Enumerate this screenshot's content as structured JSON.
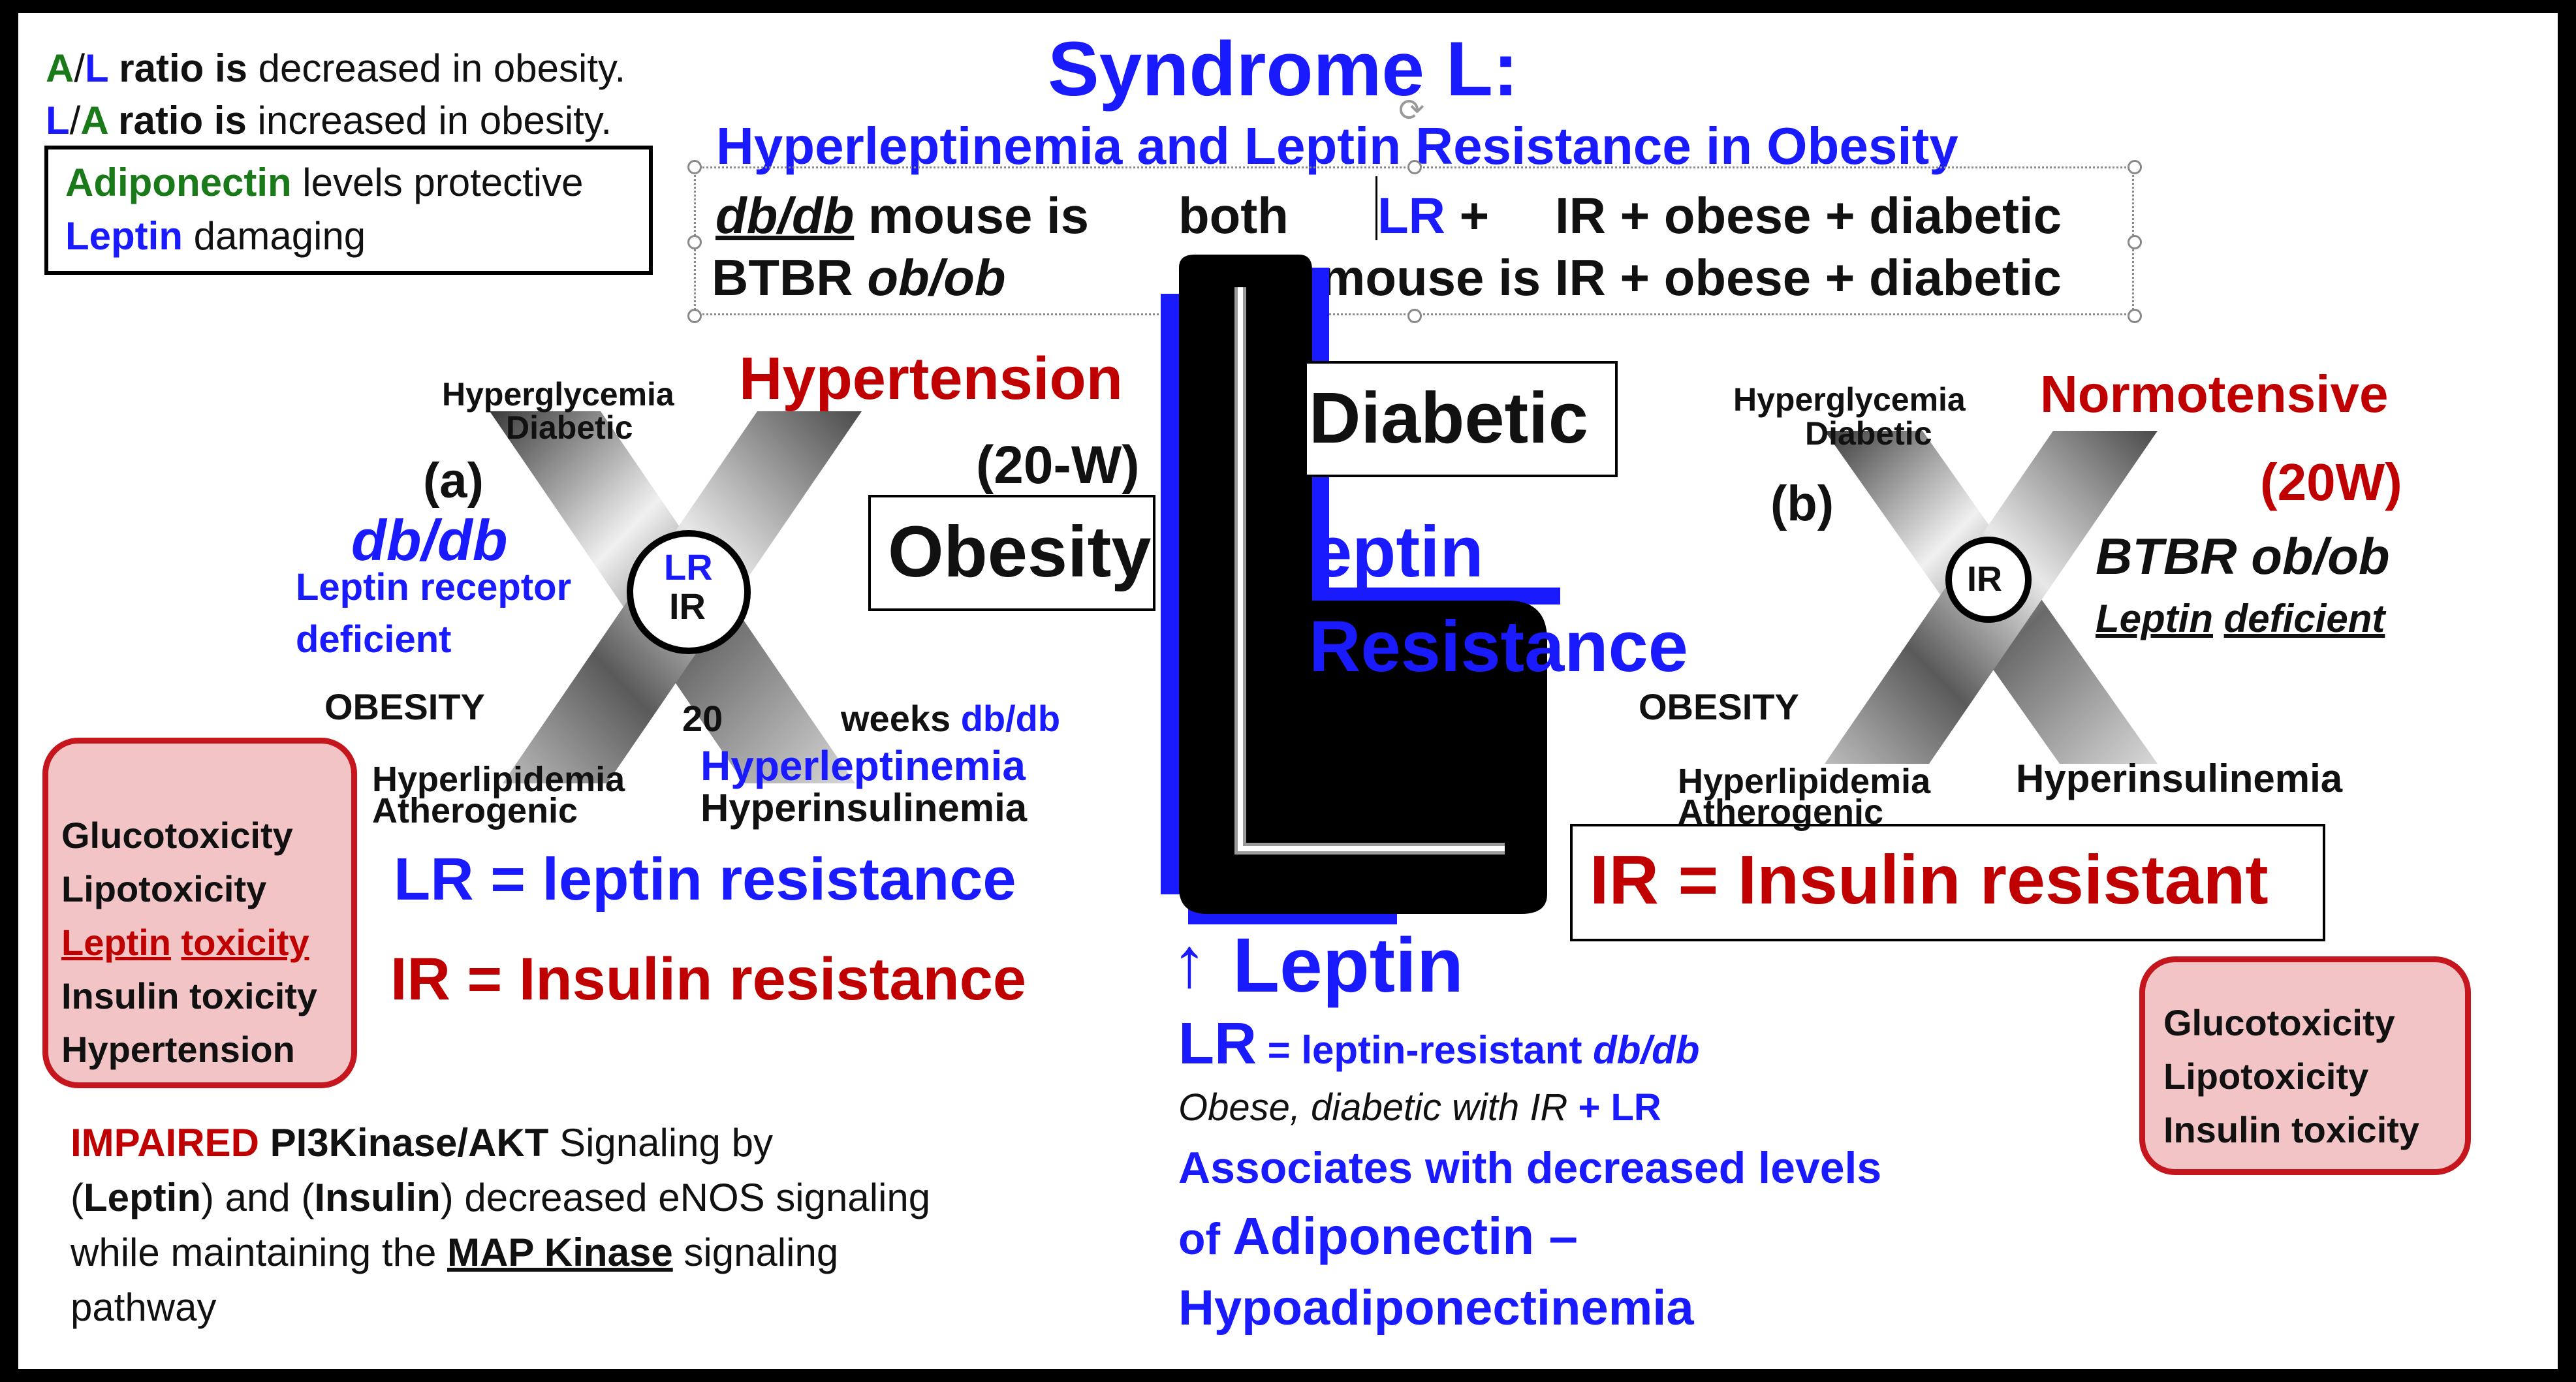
{
  "title": "Syndrome L:",
  "subtitle": "Hyperleptinemia and Leptin Resistance in Obesity",
  "ratio": {
    "a": "A",
    "slash": "/",
    "l": "L",
    "ratio_is": " ratio is",
    "decreased": " decreased in obesity.",
    "l2": "L",
    "slash2": "/",
    "a2": "A",
    "ratio_is2": " ratio is",
    "increased": " increased in obesity."
  },
  "protect_box": {
    "adiponectin": "Adiponectin",
    "adiponectin_rest": " levels protective",
    "leptin": "Leptin",
    "leptin_rest": " damaging"
  },
  "mouse_lines": {
    "dbdb": "db/db",
    "mouse_is": " mouse is",
    "both": "both",
    "lr": "LR",
    "plus": "+",
    "ir_rest": "IR + obese + diabetic",
    "btbr": "BTBR ",
    "obob": "ob/ob",
    "line2_rest": "mouse is IR + obese + diabetic"
  },
  "left_x": {
    "hyperglycemia": "Hyperglycemia",
    "diabetic": "Diabetic",
    "hypertension": "Hypertension",
    "label_a": "(a)",
    "dbdb": "db/db",
    "receptor1": "Leptin receptor",
    "receptor2": "deficient",
    "circle_lr": "LR",
    "circle_ir": "IR",
    "obesity": "OBESITY",
    "twenty": "20",
    "weeks": "weeks ",
    "weeks_dbdb": "db/db",
    "hyperleptinemia": "Hyperleptinemia",
    "hyperlipidemia": "Hyperlipidemia",
    "atherogenic": "Atherogenic",
    "hyperinsulinemia": "Hyperinsulinemia"
  },
  "center": {
    "twenty_w": "(20-W)",
    "obesity": "Obesity",
    "diabetic": "Diabetic",
    "leptin": "eptin",
    "resistance": "Resistance",
    "arrow": "↑",
    "leptin_up": "Leptin",
    "lr": "LR",
    "lr_rest": " = leptin-resistant ",
    "lr_dbdb": "db/db",
    "obese_line": "Obese, diabetic with IR ",
    "obese_plus": "+ LR",
    "assoc1": "Associates with decreased levels",
    "assoc2_of": "of ",
    "assoc2_adipo": "Adiponectin –",
    "assoc3": "Hypoadiponectinemia"
  },
  "right_x": {
    "hyperglycemia": "Hyperglycemia",
    "diabetic": "Diabetic",
    "normotensive": "Normotensive",
    "twenty_w": "(20W)",
    "label_b": "(b)",
    "circle_ir": "IR",
    "btbr": "BTBR ob/ob",
    "leptin": "Leptin",
    "deficient": "deficient",
    "obesity": "OBESITY",
    "hyperlipidemia": "Hyperlipidemia",
    "atherogenic": "Atherogenic",
    "hyperinsulinemia": "Hyperinsulinemia"
  },
  "definitions": {
    "lr": "LR = leptin resistance",
    "ir_left": "IR = Insulin resistance",
    "ir_right": "IR = Insulin resistant"
  },
  "left_toxic": [
    "Glucotoxicity",
    "Lipotoxicity",
    "Leptin",
    "toxicity",
    "Insulin toxicity",
    "Hypertension"
  ],
  "right_toxic": [
    "Glucotoxicity",
    "Lipotoxicity",
    "Insulin toxicity"
  ],
  "impaired": {
    "impaired": "IMPAIRED",
    "pi3": " PI3Kinase/AKT",
    "signaling_by": " Signaling by",
    "open1": "(",
    "leptin": "Leptin",
    "and": ") and (",
    "insulin": "Insulin",
    "decreased": ")  decreased eNOS signaling",
    "while": "while maintaining the ",
    "map": "MAP Kinase",
    "signaling": " signaling",
    "pathway": "pathway"
  },
  "colors": {
    "blue": "#1a1aff",
    "red": "#c00000",
    "green": "#1a7a1a",
    "pink_fill": "#f2c4c6",
    "pink_border": "#c4161c"
  }
}
